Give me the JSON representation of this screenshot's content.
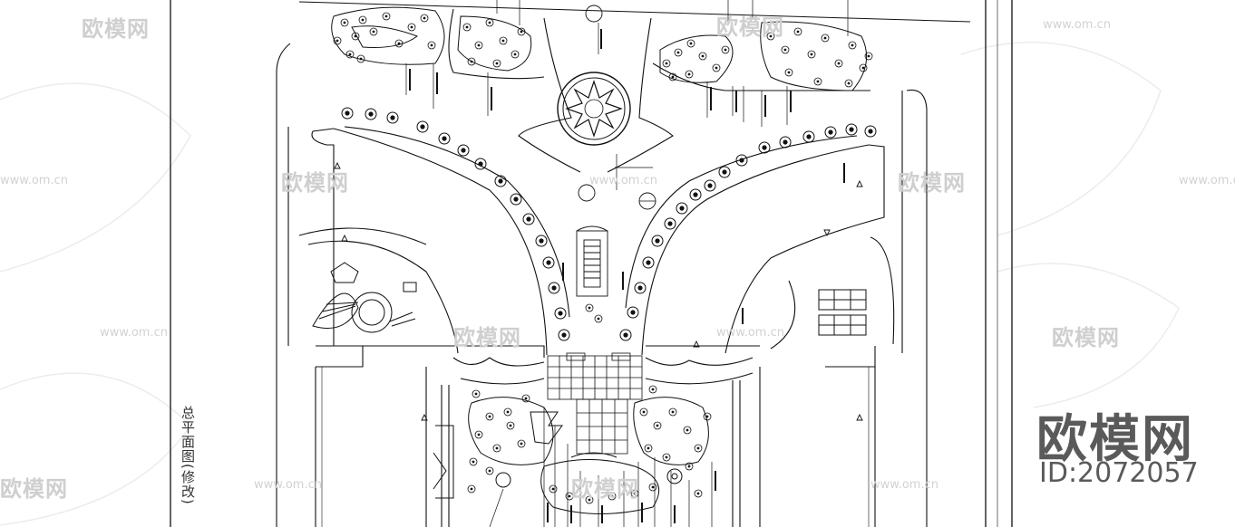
{
  "drawing": {
    "title": "总平面图(修改)"
  },
  "watermark": {
    "brand": "欧模网",
    "url": "www.om.cn",
    "id": "ID:2072057"
  }
}
